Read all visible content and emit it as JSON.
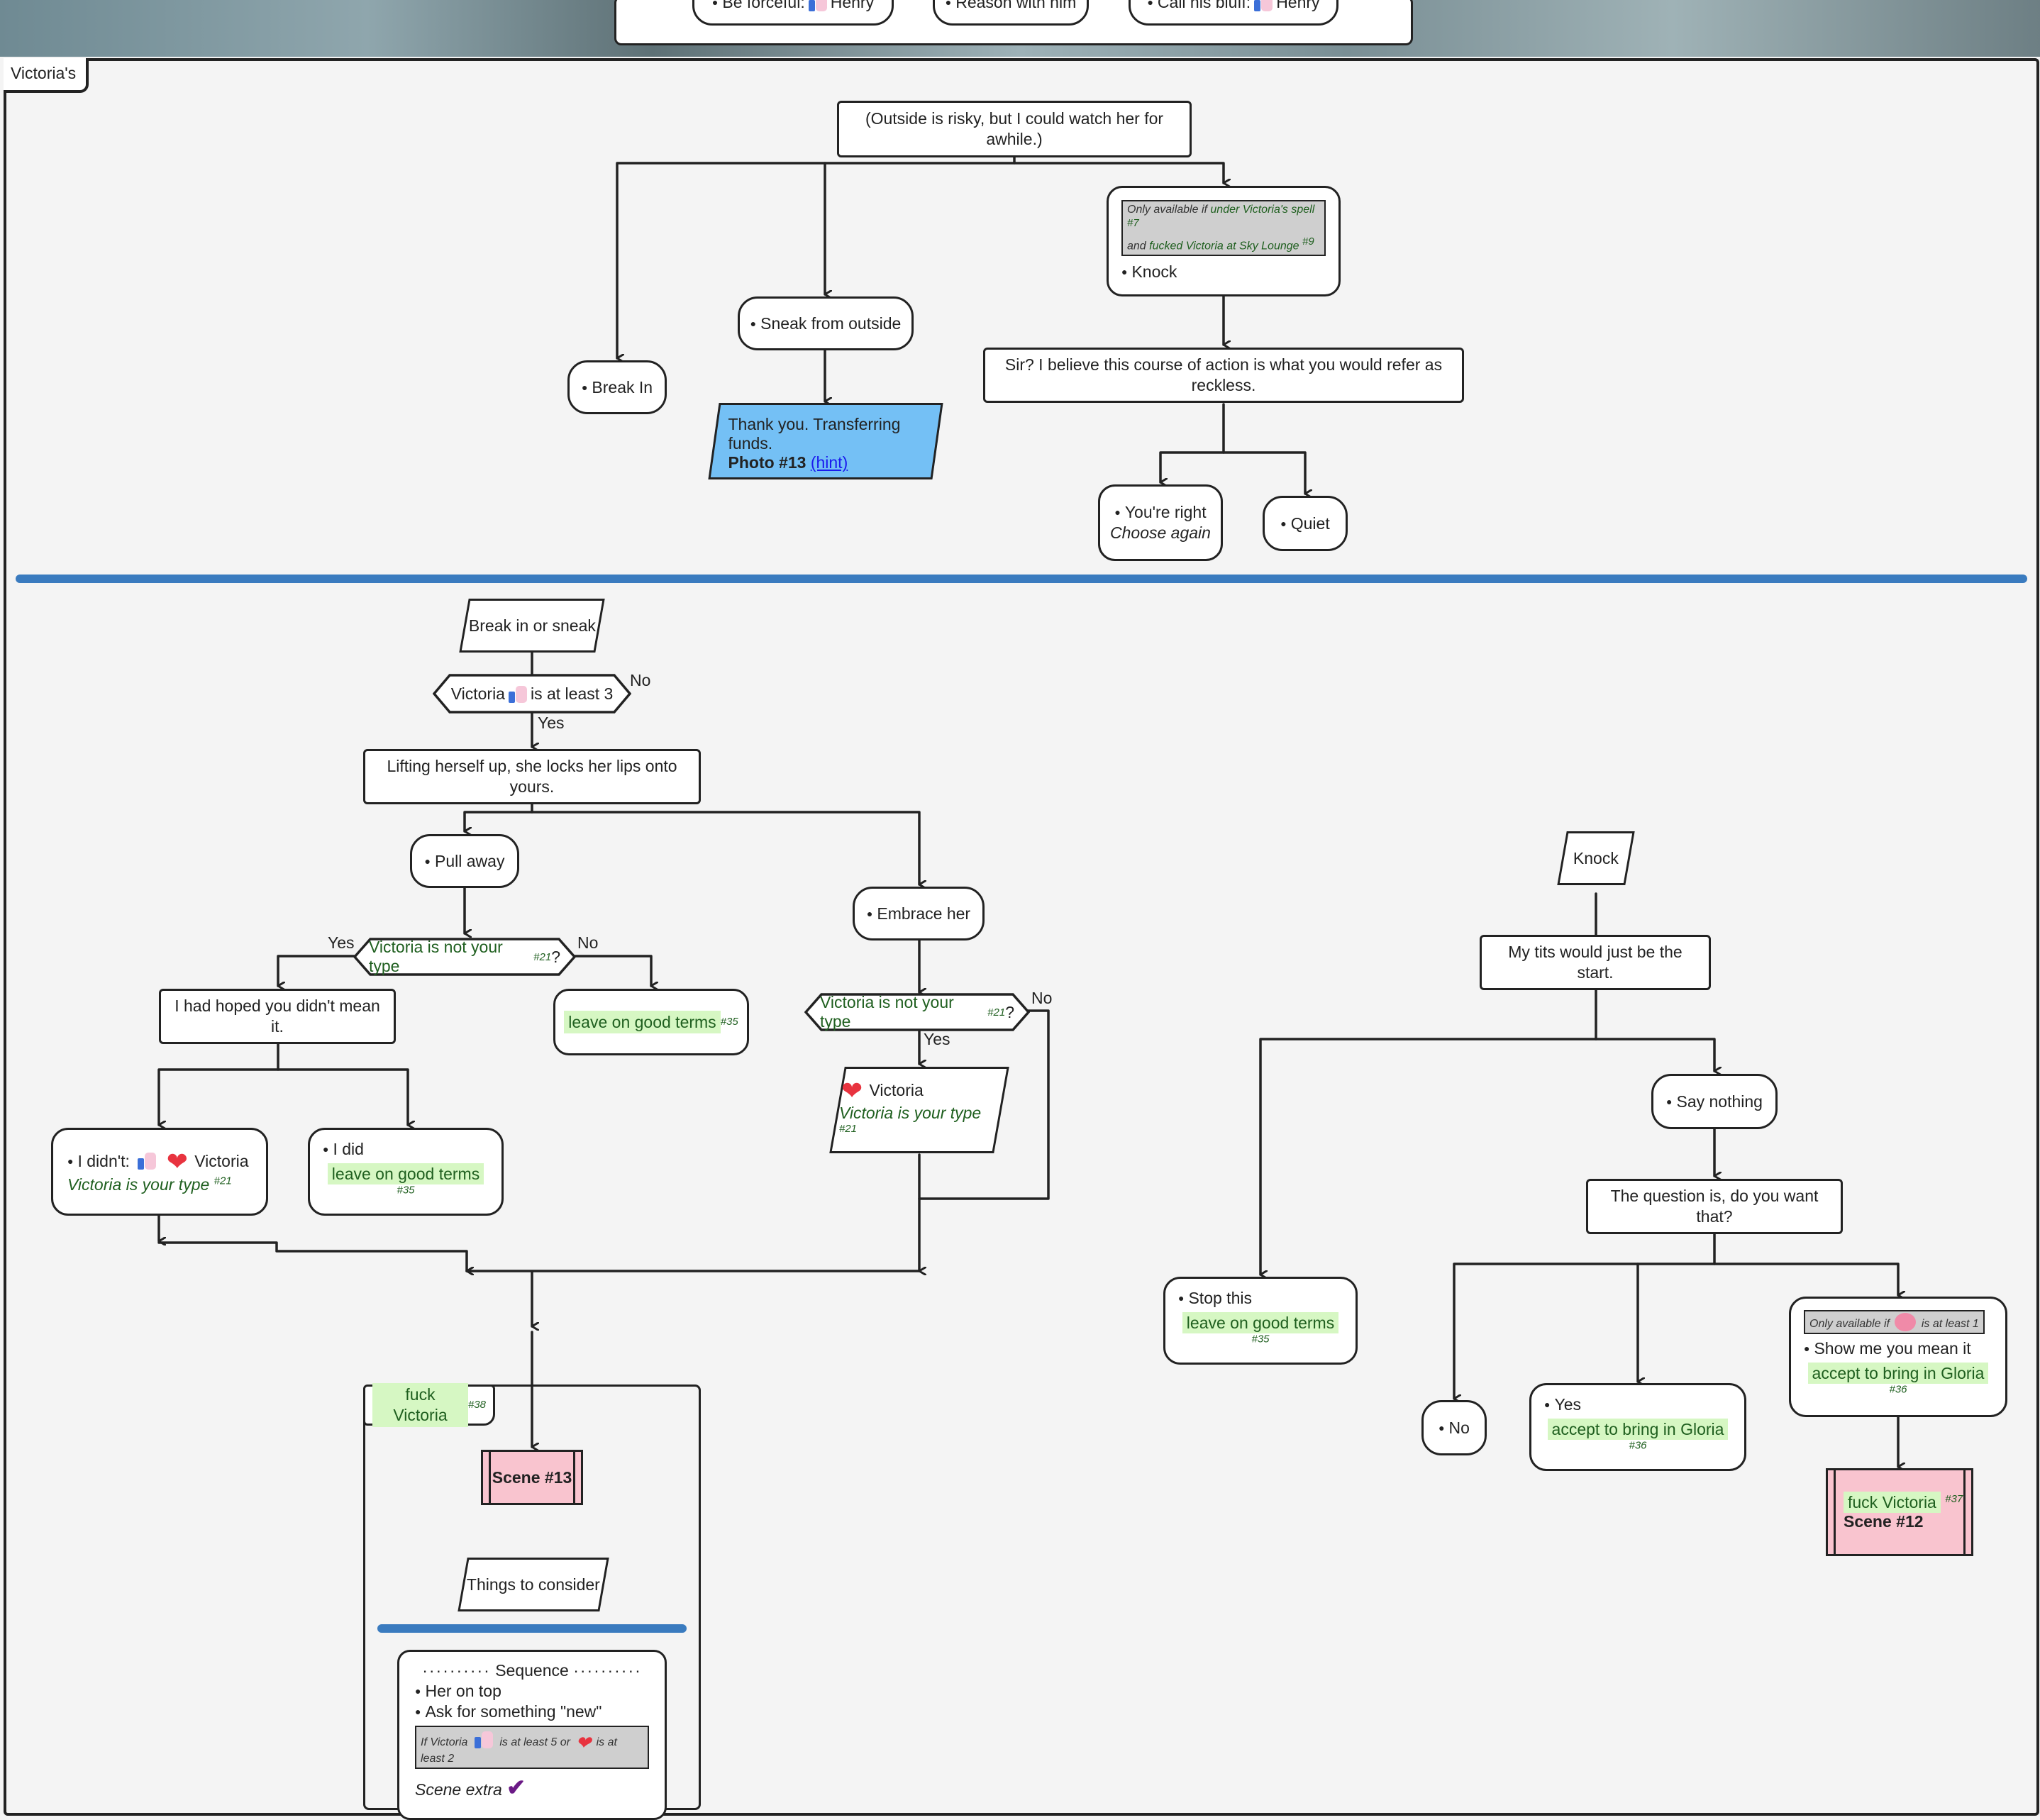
{
  "top_row": {
    "item1_text": "Be forceful:",
    "item1_name": "Henry",
    "item2_text": "Reason with him",
    "item3_text": "Call his bluff:",
    "item3_name": "Henry"
  },
  "section_title": "Victoria's",
  "upper": {
    "outside": "(Outside is risky, but I could watch her for awhile.)",
    "break_in": "Break In",
    "sneak": "Sneak from outside",
    "photo_text": "Thank you. Transferring funds.",
    "photo_label": "Photo #13",
    "photo_hint": "(hint)",
    "cond_only": "Only available if",
    "cond_spell": "under Victoria's spell",
    "cond_spell_ref": "#7",
    "cond_and": "and",
    "cond_fucked": "fucked Victoria at Sky Lounge",
    "cond_fucked_ref": "#9",
    "knock": "Knock",
    "sir": "Sir? I believe this course of action is what you would refer as reckless.",
    "youre_right": "You're right",
    "choose_again": "Choose again",
    "quiet": "Quiet"
  },
  "lower": {
    "break_or_sneak": "Break in or sneak",
    "check1_name": "Victoria",
    "check1_rest": "is at least 3",
    "no": "No",
    "yes": "Yes",
    "lifting": "Lifting herself up, she locks her lips onto yours.",
    "pull_away": "Pull away",
    "embrace": "Embrace her",
    "not_type": "Victoria is not your type",
    "ref21": "#21",
    "qmark": "?",
    "hoped": "I had hoped you didn't mean it.",
    "leave_good": "leave on good terms",
    "ref35": "#35",
    "i_didnt": "I didn't:",
    "victoria": "Victoria",
    "is_your_type": "Victoria is your type",
    "i_did": "I did",
    "fuck_victoria": "fuck Victoria",
    "ref38": "#38",
    "scene13": "Scene #13",
    "consider": "Things to consider",
    "sequence": "Sequence",
    "her_on_top": "Her on top",
    "ask_new": "Ask for something \"new\"",
    "extra_cond_a": "If Victoria",
    "extra_cond_b": "is at least 5 or",
    "extra_cond_c": "is at least 2",
    "scene_extra": "Scene extra"
  },
  "knock_branch": {
    "knock": "Knock",
    "tits": "My tits would just be the start.",
    "stop_this": "Stop this",
    "say_nothing": "Say nothing",
    "question": "The question is, do you want that?",
    "no": "No",
    "yes": "Yes",
    "accept_gloria": "accept to bring in Gloria",
    "ref36": "#36",
    "only_if": "Only available if",
    "at_least1": "is at least 1",
    "show_me": "Show me you mean it",
    "fuck_victoria": "fuck Victoria",
    "ref37": "#37",
    "scene12": "Scene #12"
  },
  "colors": {
    "separator": "#3a7bbf",
    "photo": "#74c0f5",
    "scene": "#f9c4cf",
    "outcome_green": "#d6f7c3",
    "condition_gray": "#cfcfcf"
  }
}
